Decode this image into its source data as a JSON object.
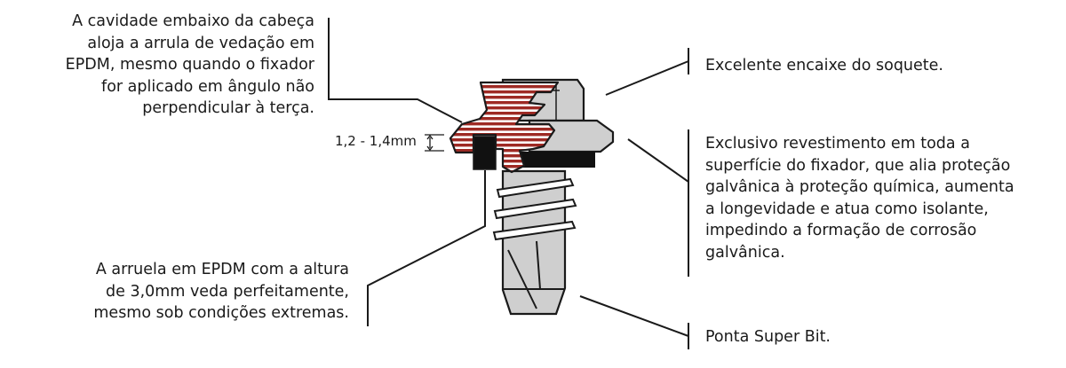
{
  "notes": {
    "cavity": [
      "A cavidade embaixo da cabeça",
      "aloja a arrula de vedação em",
      "EPDM, mesmo  quando o fixador",
      "for aplicado em ângulo não",
      "perpendicular à terça."
    ],
    "washer": [
      "A arruela em EPDM com a altura",
      "de 3,0mm veda perfeitamente,",
      "mesmo sob condições extremas."
    ],
    "socket": [
      "Excelente encaixe do soquete."
    ],
    "coating": [
      "Exclusivo revestimento em toda a",
      "superfície do fixador, que alia proteção",
      "galvânica à proteção química, aumenta",
      "a longevidade e atua como isolante,",
      "impedindo a formação de corrosão",
      "galvânica."
    ],
    "tip": [
      "Ponta Super Bit."
    ]
  },
  "dimension": "1,2 - 1,4mm",
  "colors": {
    "section_red": "#9e2a24",
    "metal_gray": "#cfcfcf",
    "outline": "#1a1a1a",
    "washer_black": "#111111"
  }
}
